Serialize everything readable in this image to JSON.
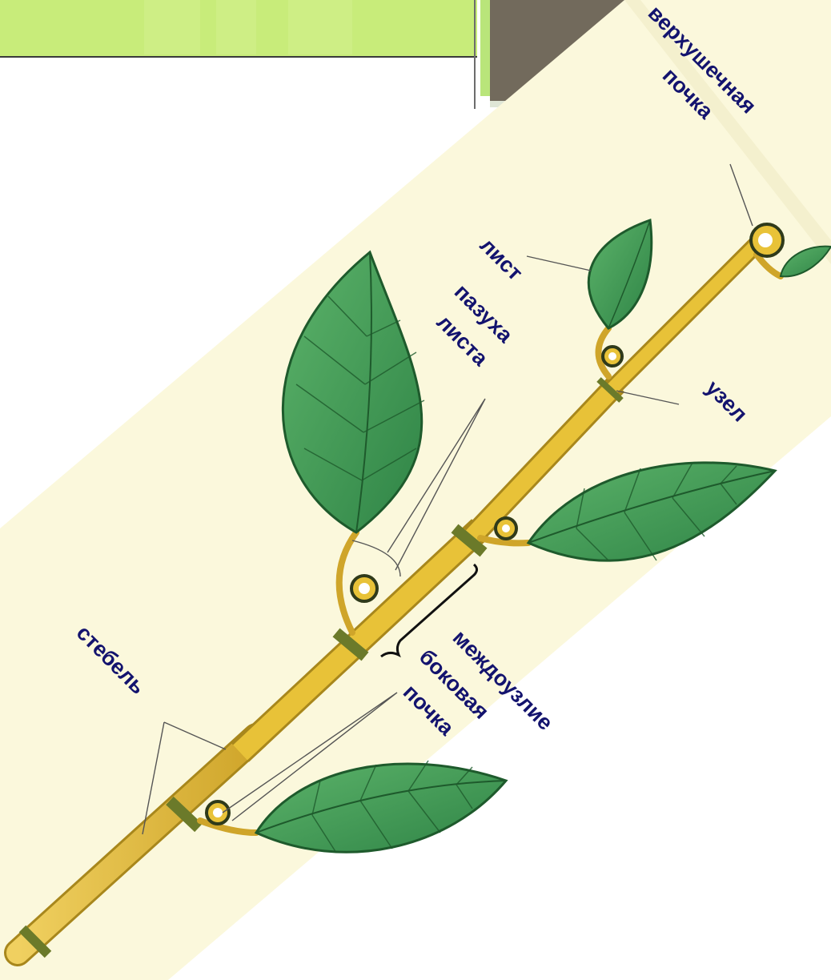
{
  "diagram": {
    "labels": {
      "apical_bud_1": "верхушечная",
      "apical_bud_2": "почка",
      "leaf": "лист",
      "leaf_axil_1": "пазуха",
      "leaf_axil_2": "листа",
      "node": "узел",
      "stem": "стебель",
      "internode": "междоузлие",
      "lateral_bud_1": "боковая",
      "lateral_bud_2": "почка"
    },
    "colors": {
      "panel_background": "#fbf8dc",
      "stem": "#e8c238",
      "stem_node_band": "#6b7a2a",
      "leaf": "#3f9a52",
      "leaf_vein": "#1e5a2c",
      "label_text": "#13136e",
      "title_band": "#c8ec7a",
      "corner_block": "#726a5c"
    }
  }
}
